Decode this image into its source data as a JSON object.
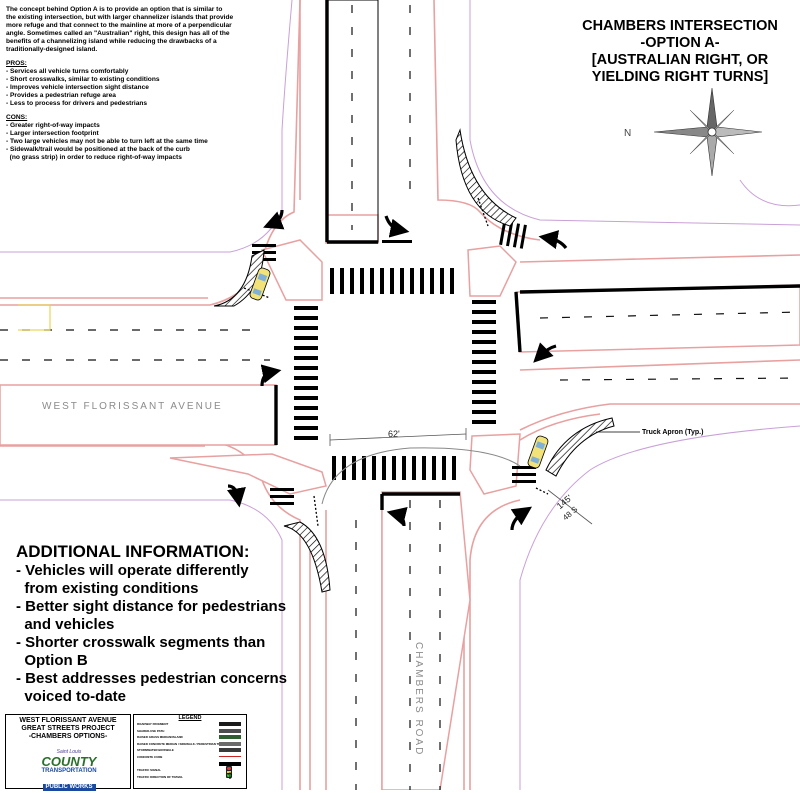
{
  "intro": {
    "paragraph": [
      "The concept behind Option A is to provide an option that is similar to",
      "the existing intersection, but with larger channelizer islands that provide",
      "more refuge and that connect to the mainline at more of a perpendicular",
      "angle. Sometimes called an \"Australian\" right, this design has all of the",
      "benefits of a channelizing island while reducing the drawbacks of a",
      "traditionally-designed island."
    ],
    "pros_header": "PROS:",
    "pros": [
      "- Services all vehicle turns comfortably",
      "- Short crosswalks, similar to existing conditions",
      "- Improves vehicle intersection sight distance",
      "- Provides a pedestrian refuge area",
      "- Less to process for drivers and pedestrians"
    ],
    "cons_header": "CONS:",
    "cons": [
      "- Greater right-of-way impacts",
      "- Larger intersection footprint",
      "- Two large vehicles may not be able to turn left at the same time",
      "- Sidewalk/trail would be positioned at the back of the curb",
      "  (no grass strip) in order to reduce right-of-way impacts"
    ]
  },
  "title_lines": [
    "CHAMBERS INTERSECTION",
    "-OPTION A-",
    "[AUSTRALIAN RIGHT, OR",
    "YIELDING RIGHT TURNS]"
  ],
  "compass_label": "N",
  "additional": {
    "header": "ADDITIONAL INFORMATION:",
    "items": [
      "- Vehicles will operate differently",
      "  from existing conditions",
      "- Better sight distance for pedestrians",
      "  and vehicles",
      "- Shorter crosswalk segments than",
      "  Option B",
      "- Best addresses pedestrian concerns",
      "  voiced to-date"
    ]
  },
  "labels": {
    "truck_apron": "Truck Apron (Typ.)",
    "dim_62": "62'",
    "dim_145": "145'",
    "dim_48": "48 S",
    "street_wf": "WEST FLORISSANT AVENUE",
    "street_ch": "CHAMBERS ROAD"
  },
  "title_block": {
    "lines": [
      "WEST FLORISSANT AVENUE",
      "GREAT STREETS PROJECT",
      "-CHAMBERS OPTIONS-"
    ],
    "logo": {
      "saint_louis": "Saint Louis",
      "county": "COUNTY",
      "transportation": "TRANSPORTATION",
      "public_works": "PUBLIC WORKS"
    }
  },
  "legend": {
    "title": "LEGEND",
    "items": [
      {
        "label": "ROADWAY PAVEMENT",
        "swatch": "#1a1a1a"
      },
      {
        "label": "SHARED-USE PATH",
        "swatch": "#4d4d4d"
      },
      {
        "label": "RAISED GRASS MEDIAN/ISLAND",
        "swatch": "#2f5f2f"
      },
      {
        "label": "RAISED CONCRETE MEDIAN / SIDEWALK / PEDESTRIAN TRAIL",
        "swatch": "#6b6b6b"
      },
      {
        "label": "STORMWATER BIOSWALE",
        "swatch": "#3a3a3a"
      },
      {
        "label": "CONCRETE CURB",
        "swatch": "#cc2222"
      },
      {
        "label": "",
        "swatch": "#000000"
      },
      {
        "label": "TRAFFIC SIGNAL",
        "swatch": "signal"
      },
      {
        "label": "TRAFFIC DIRECTION OF TRAVEL",
        "swatch": "arrow"
      }
    ]
  },
  "colors": {
    "curb_outline": "#e8a0a0",
    "row_line": "#c9a0d8",
    "lane_paint": "#000000",
    "lane_stripe": "#c8c8c8"
  }
}
